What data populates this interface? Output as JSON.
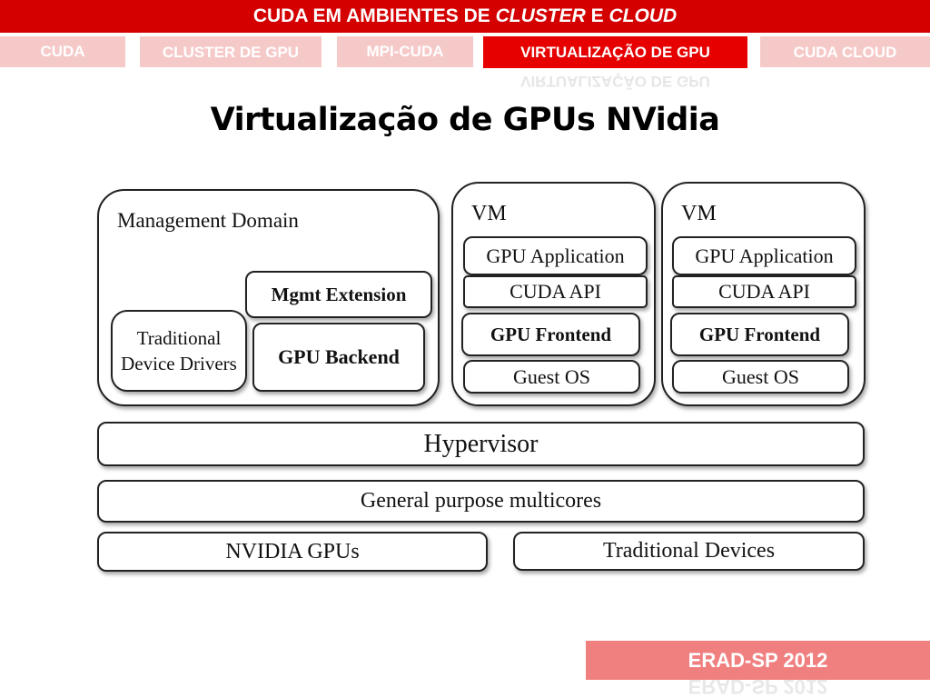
{
  "header": {
    "title_prefix": "CUDA EM AMBIENTES DE",
    "title_cluster": "CLUSTER",
    "title_and": "E",
    "title_cloud": "CLOUD"
  },
  "nav": {
    "tabs": [
      {
        "label": "CUDA",
        "active": false
      },
      {
        "label": "CLUSTER DE GPU",
        "active": false
      },
      {
        "label": "MPI-CUDA",
        "active": false
      },
      {
        "label": "VIRTUALIZAÇÃO DE GPU",
        "active": true
      },
      {
        "label": "CUDA CLOUD",
        "active": false
      }
    ]
  },
  "slide": {
    "title": "Virtualização de GPUs NVidia"
  },
  "diagram": {
    "management": {
      "label": "Management Domain",
      "mgmt_extension": "Mgmt Extension",
      "gpu_backend": "GPU Backend",
      "traditional_drivers": "Traditional Device Drivers"
    },
    "vm1": {
      "label": "VM",
      "gpu_application": "GPU Application",
      "cuda_api": "CUDA API",
      "gpu_frontend": "GPU Frontend",
      "guest_os": "Guest OS"
    },
    "vm2": {
      "label": "VM",
      "gpu_application": "GPU Application",
      "cuda_api": "CUDA API",
      "gpu_frontend": "GPU Frontend",
      "guest_os": "Guest OS"
    },
    "hypervisor": "Hypervisor",
    "multicores": "General purpose multicores",
    "nvidia_gpus": "NVIDIA GPUs",
    "traditional_devices": "Traditional Devices"
  },
  "footer": {
    "label": "ERAD-SP 2012"
  },
  "colors": {
    "brand_red": "#d40000",
    "active_tab": "#e60000",
    "inactive_tab": "#f6c9c9",
    "footer_bg": "#f08080"
  }
}
